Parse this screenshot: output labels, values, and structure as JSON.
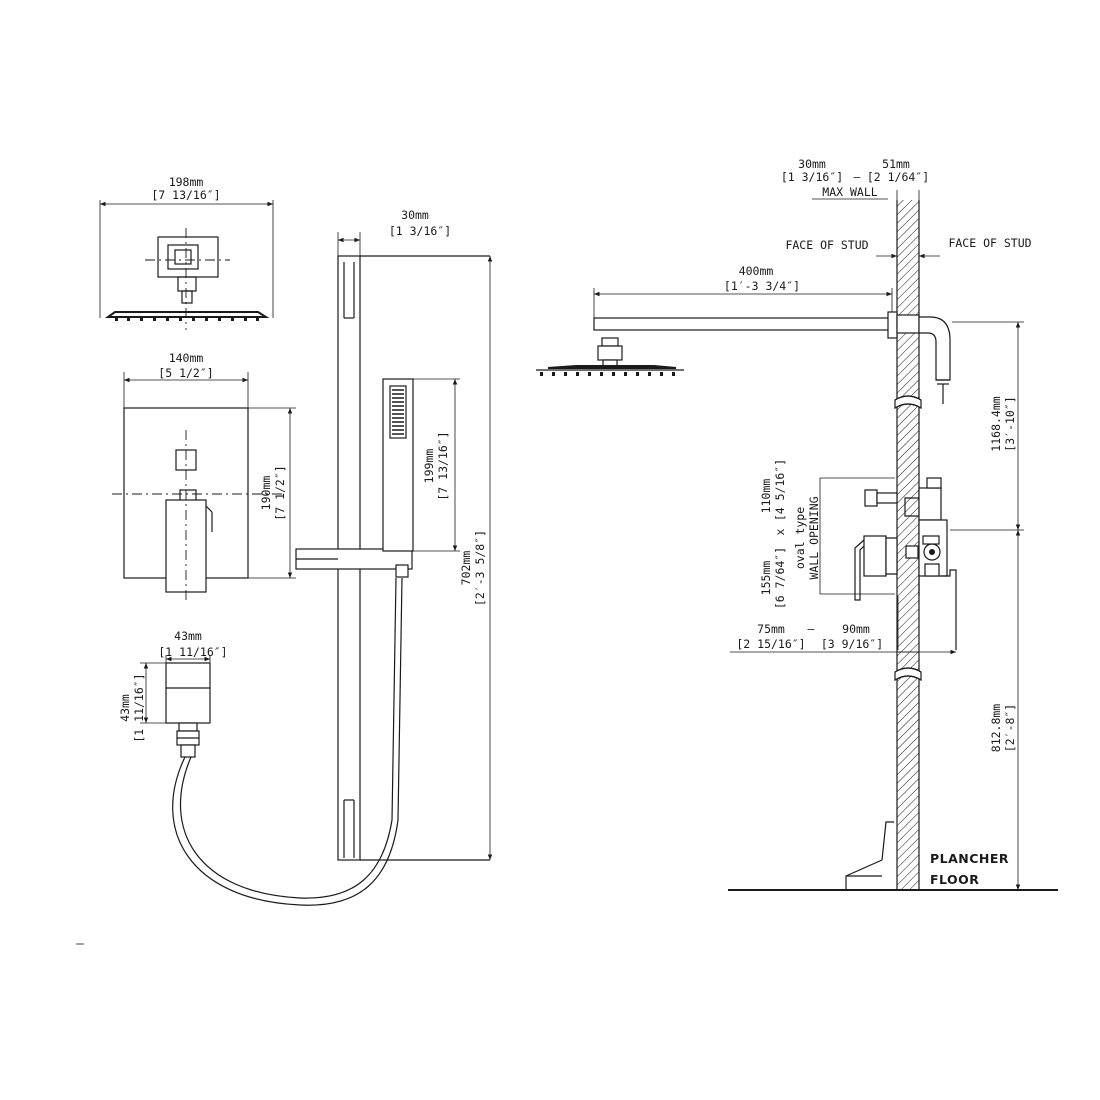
{
  "dimensions": {
    "head_width": {
      "metric": "198mm",
      "imperial": "[7 13/16″]"
    },
    "plate_width": {
      "metric": "140mm",
      "imperial": "[5 1/2″]"
    },
    "plate_height": {
      "metric": "190mm",
      "imperial": "[7 1/2″]"
    },
    "outlet_width": {
      "metric": "43mm",
      "imperial": "[1 11/16″]"
    },
    "outlet_height": {
      "metric": "43mm",
      "imperial": "[1 11/16″]"
    },
    "bar_depth": {
      "metric": "30mm",
      "imperial": "[1 3/16″]"
    },
    "handshower_length": {
      "metric": "199mm",
      "imperial": "[7 13/16″]"
    },
    "bar_length": {
      "metric": "702mm",
      "imperial": "[2′-3 5/8″]"
    },
    "arm_length": {
      "metric": "400mm",
      "imperial": "[1′-3 3/4″]"
    },
    "wall_range_min": {
      "metric": "30mm",
      "imperial": "[1 3/16″]"
    },
    "wall_range_max": {
      "metric": "51mm",
      "imperial": "[2 1/64″]"
    },
    "valve_to_arm": {
      "metric": "1168.4mm",
      "imperial": "[3′-10″]"
    },
    "valve_to_floor": {
      "metric": "812.8mm",
      "imperial": "[2′-8″]"
    },
    "opening_height": {
      "metric": "110mm",
      "imperial": "[4 5/16″]"
    },
    "opening_width": {
      "metric": "155mm",
      "imperial": "[6 7/64″]"
    },
    "valve_depth_min": {
      "metric": "75mm",
      "imperial": "[2 15/16″]"
    },
    "valve_depth_max": {
      "metric": "90mm",
      "imperial": "[3 9/16″]"
    }
  },
  "labels": {
    "max_wall": "MAX WALL",
    "face_of_stud_left": "FACE OF STUD",
    "face_of_stud_right": "FACE OF STUD",
    "oval_type": "oval type",
    "wall_opening": "WALL OPENING",
    "times": "x",
    "range_dash": "—",
    "floor_fr": "PLANCHER",
    "floor_en": "FLOOR"
  }
}
